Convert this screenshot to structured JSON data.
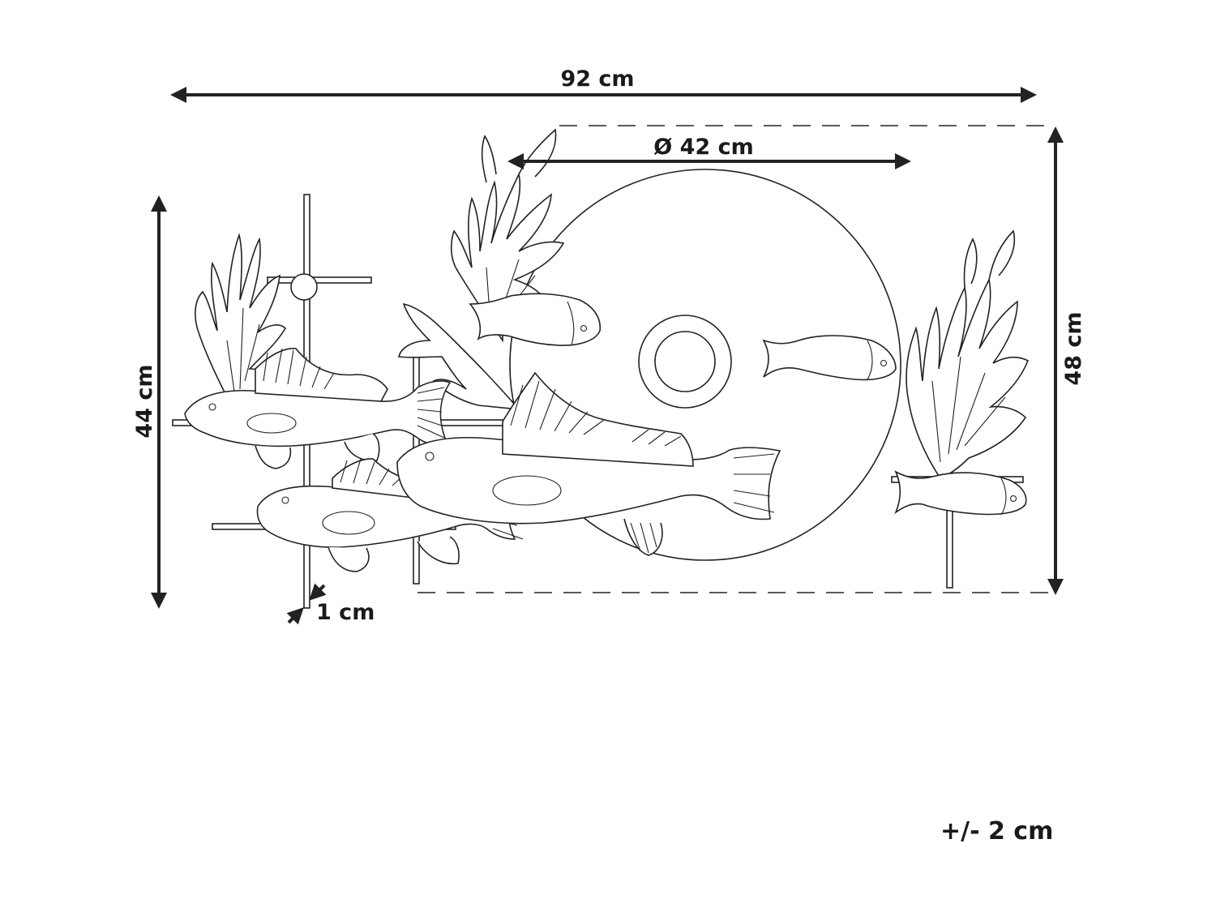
{
  "dimensions": {
    "total_width": "92 cm",
    "disc_diameter": "Ø 42 cm",
    "left_height": "44 cm",
    "right_height": "48 cm",
    "frame_thickness": "1 cm",
    "tolerance": "+/- 2 cm"
  },
  "colors": {
    "line": "#222222",
    "background": "#ffffff"
  }
}
